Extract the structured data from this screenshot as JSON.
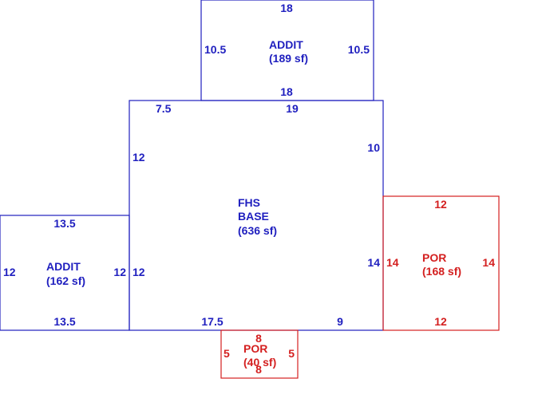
{
  "colors": {
    "living_area": "#1f1fbf",
    "porch": "#d42020",
    "background": "#ffffff"
  },
  "areas": {
    "addition_top": {
      "name": "ADDIT",
      "area": "(189 sf)",
      "dims": {
        "top": "18",
        "bottom": "18",
        "left": "10.5",
        "right": "10.5"
      }
    },
    "base": {
      "name_line1": "FHS",
      "name_line2": "BASE",
      "area": "(636 sf)",
      "dims": {
        "top_left": "7.5",
        "top_right": "19",
        "left_upper": "12",
        "left_lower": "12",
        "right_upper": "10",
        "right_lower": "14",
        "bottom_left": "17.5",
        "bottom_right": "9"
      }
    },
    "addition_left": {
      "name": "ADDIT",
      "area": "(162 sf)",
      "dims": {
        "top": "13.5",
        "bottom": "13.5",
        "left": "12",
        "right": "12"
      }
    },
    "porch_right": {
      "name": "POR",
      "area": "(168 sf)",
      "dims": {
        "top": "12",
        "bottom": "12",
        "left": "14",
        "right": "14"
      }
    },
    "porch_bottom": {
      "name": "POR",
      "area": "(40 sf)",
      "dims": {
        "top": "8",
        "bottom": "8",
        "left": "5",
        "right": "5"
      }
    }
  }
}
